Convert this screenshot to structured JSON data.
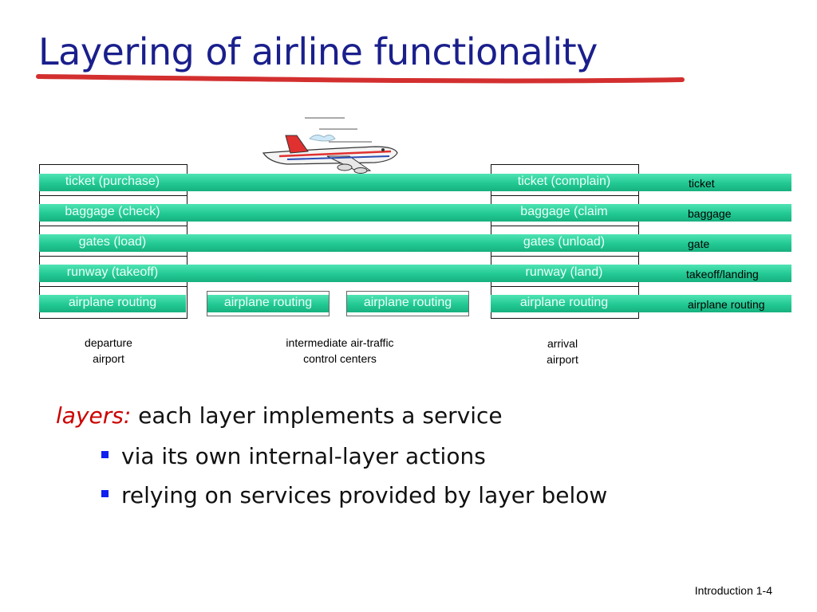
{
  "slide": {
    "title": "Layering of airline functionality",
    "accent_colors": {
      "title": "#1a1f8c",
      "underline": "#d32f2f",
      "band": "#22c993",
      "emphasis": "#cc0000",
      "bullet": "#1020ee"
    },
    "footer": "Introduction 1-4"
  },
  "diagram": {
    "departure_layers": [
      "ticket (purchase)",
      "baggage (check)",
      "gates (load)",
      "runway (takeoff)",
      "airplane routing"
    ],
    "intermediate_layers": [
      "airplane routing",
      "airplane routing"
    ],
    "arrival_layers": [
      "ticket (complain)",
      "baggage (claim",
      "gates (unload)",
      "runway (land)",
      "airplane routing"
    ],
    "layer_names": [
      "ticket",
      "baggage",
      "gate",
      "takeoff/landing",
      "airplane routing"
    ],
    "captions": {
      "departure": [
        "departure",
        "airport"
      ],
      "intermediate": [
        "intermediate air-traffic",
        "control centers"
      ],
      "arrival": [
        "arrival",
        "airport"
      ]
    },
    "airplane_icon": "airplane-icon"
  },
  "text": {
    "emphasis": "layers:",
    "line1_rest": " each layer implements a service",
    "bullets": [
      "via its own internal-layer actions",
      "relying on services provided by layer below"
    ]
  }
}
